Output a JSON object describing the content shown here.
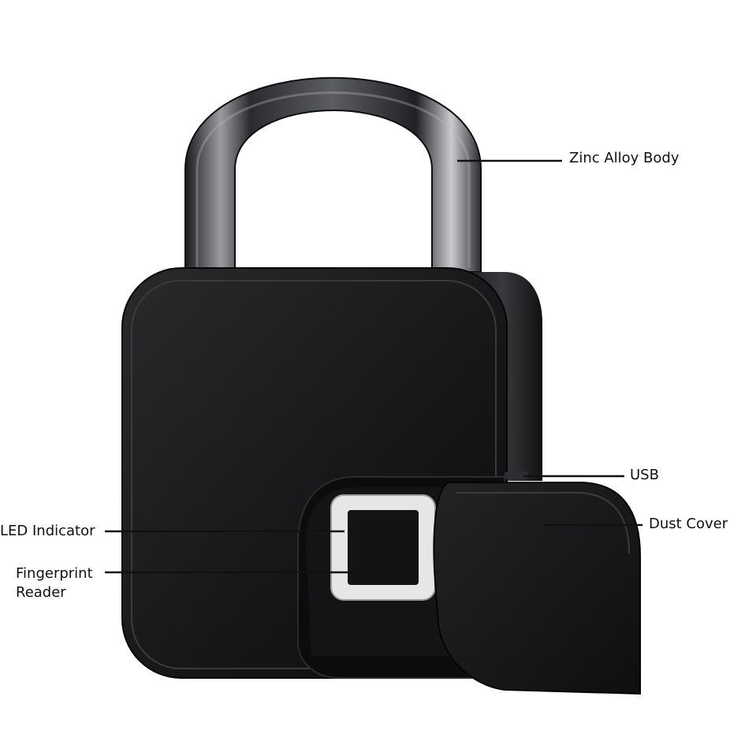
{
  "colors": {
    "background": "#ffffff",
    "lock_body": "#1b1b1d",
    "shackle": "#3a3c40",
    "sensor_ring": "#d9d9d9",
    "leader_line": "#111111"
  },
  "product": {
    "name": "fingerprint-padlock"
  },
  "labels": {
    "zinc_alloy_body": "Zinc Alloy Body",
    "usb": "USB",
    "dust_cover": "Dust Cover",
    "led_indicator": "LED Indicator",
    "fingerprint_reader_line1": "Fingerprint",
    "fingerprint_reader_line2": "Reader"
  }
}
